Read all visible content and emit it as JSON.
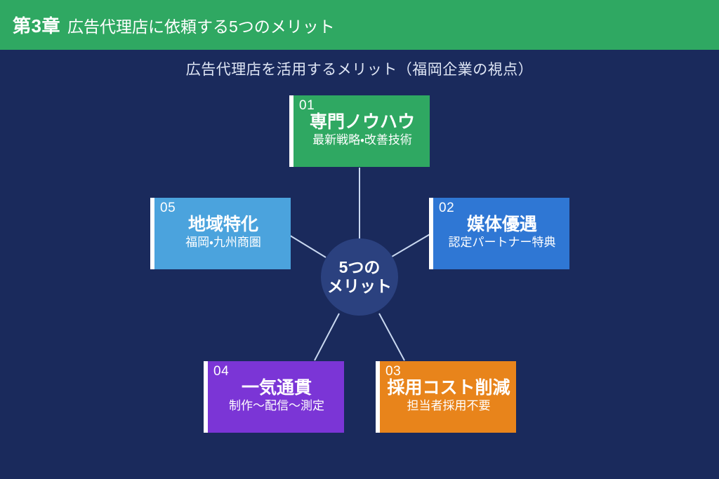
{
  "header": {
    "chapter": "第3章",
    "title": "広告代理店に依頼する5つのメリット",
    "bg_color": "#2fa862"
  },
  "subtitle": "広告代理店を活用するメリット（福岡企業の視点）",
  "background_color": "#1a2a5c",
  "hub": {
    "line1": "5つの",
    "line2": "メリット",
    "color": "#2b417f"
  },
  "cards": [
    {
      "num": "01",
      "title": "専門ノウハウ",
      "desc": "最新戦略・改善技術",
      "color": "#2fa862"
    },
    {
      "num": "02",
      "title": "媒体優遇",
      "desc": "認定パートナー特典",
      "color": "#2f77d4"
    },
    {
      "num": "03",
      "title": "採用コスト削減",
      "desc": "担当者採用不要",
      "color": "#e8841b"
    },
    {
      "num": "04",
      "title": "一気通貫",
      "desc": "制作〜配信〜測定",
      "color": "#7b35d6"
    },
    {
      "num": "05",
      "title": "地域特化",
      "desc": "福岡・九州商圏",
      "color": "#4ba3dd"
    }
  ],
  "connector_color": "#c9d8f0"
}
